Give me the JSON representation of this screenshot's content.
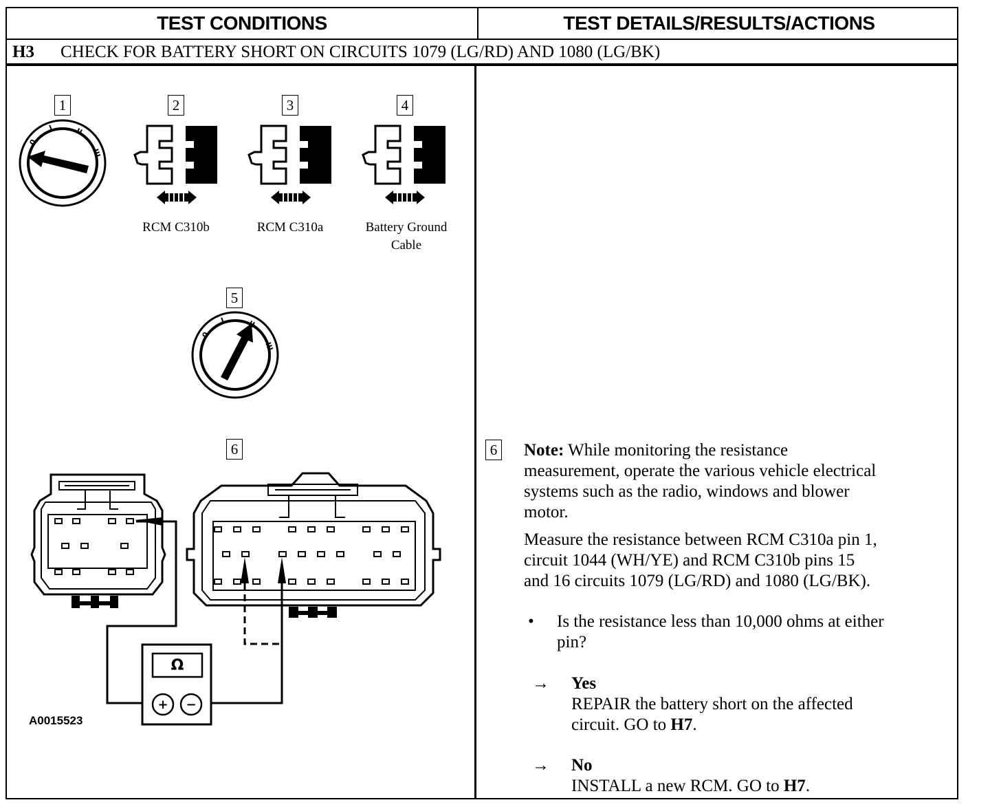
{
  "header": {
    "left_title": "TEST CONDITIONS",
    "right_title": "TEST DETAILS/RESULTS/ACTIONS"
  },
  "section": {
    "code": "H3",
    "title": "CHECK FOR BATTERY SHORT ON CIRCUITS 1079 (LG/RD) AND 1080 (LG/BK)"
  },
  "figure": {
    "steps": [
      "1",
      "2",
      "3",
      "4",
      "5",
      "6"
    ],
    "captions": {
      "c2": "RCM C310b",
      "c3": "RCM C310a",
      "c4_line1": "Battery Ground",
      "c4_line2": "Cable"
    },
    "meter_symbol": "Ω",
    "plus": "+",
    "minus": "−",
    "figure_id": "A0015523"
  },
  "details": {
    "step": "6",
    "note_label": "Note:",
    "note_lines": [
      " While monitoring the resistance",
      "measurement, operate the various vehicle electrical",
      "systems such as the radio, windows and blower",
      "motor."
    ],
    "measure_lines": [
      "Measure the resistance between RCM C310a pin 1,",
      "circuit 1044 (WH/YE) and RCM C310b pins 15",
      "and 16 circuits 1079 (LG/RD) and 1080 (LG/BK)."
    ],
    "bullet": "•",
    "question_lines": [
      "Is the resistance less than 10,000 ohms at either",
      "pin?"
    ],
    "arrow": "→",
    "yes": {
      "label": "Yes",
      "line1": "REPAIR the battery short on the affected",
      "line2_prefix": "circuit. GO to ",
      "line2_ref": "H7",
      "line2_suffix": "."
    },
    "no": {
      "label": "No",
      "prefix": "INSTALL a new RCM. GO to ",
      "ref": "H7",
      "suffix": "."
    }
  }
}
